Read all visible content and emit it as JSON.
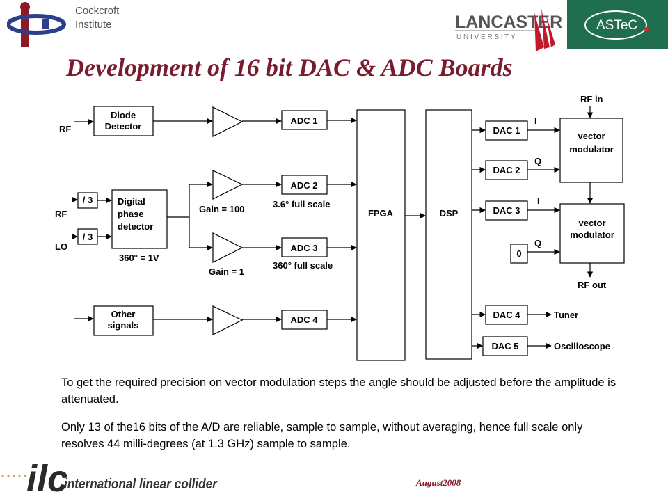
{
  "header": {
    "institute_line1": "Cockcroft",
    "institute_line2": "Institute",
    "lancaster_main": "LANCASTER",
    "lancaster_sub": "U N I V E R S I T Y",
    "astec": "ASTeC"
  },
  "title": "Development of 16 bit DAC & ADC Boards",
  "diagram": {
    "rf_label": "RF",
    "diode_line1": "Diode",
    "diode_line2": "Detector",
    "adc1": "ADC 1",
    "rf2": "RF",
    "lo": "LO",
    "div1": "/ 3",
    "div2": "/ 3",
    "dpd_line1": "Digital",
    "dpd_line2": "phase",
    "dpd_line3": "detector",
    "dpd_caption": "360° = 1V",
    "gain100": "Gain = 100",
    "gain1": "Gain = 1",
    "adc2": "ADC 2",
    "adc2_caption": "3.6° full scale",
    "adc3": "ADC 3",
    "adc3_caption": "360° full scale",
    "other_line1": "Other",
    "other_line2": "signals",
    "adc4": "ADC 4",
    "fpga": "FPGA",
    "dsp": "DSP",
    "dac1": "DAC 1",
    "dac2": "DAC 2",
    "dac3": "DAC 3",
    "dac4": "DAC 4",
    "dac5": "DAC 5",
    "zero": "0",
    "i1": "I",
    "q1": "Q",
    "i2": "I",
    "q2": "Q",
    "vm1_line1": "vector",
    "vm1_line2": "modulator",
    "vm2_line1": "vector",
    "vm2_line2": "modulator",
    "rf_in": "RF in",
    "rf_out": "RF out",
    "tuner": "Tuner",
    "oscilloscope": "Oscilloscope"
  },
  "paragraphs": [
    "To get the required precision on vector modulation steps the angle should be adjusted before the amplitude is attenuated.",
    "Only 13 of the16 bits of the A/D are reliable, sample to sample, without averaging, hence full scale only resolves 44 milli-degrees (at 1.3 GHz) sample to sample."
  ],
  "footer": {
    "ilc_logo": "ilc",
    "ilc_name": "international linear collider",
    "date": "August2008"
  },
  "colors": {
    "title": "#7b1c2e",
    "astec_bg": "#1f6e50",
    "lancaster_red": "#c01b2c"
  }
}
